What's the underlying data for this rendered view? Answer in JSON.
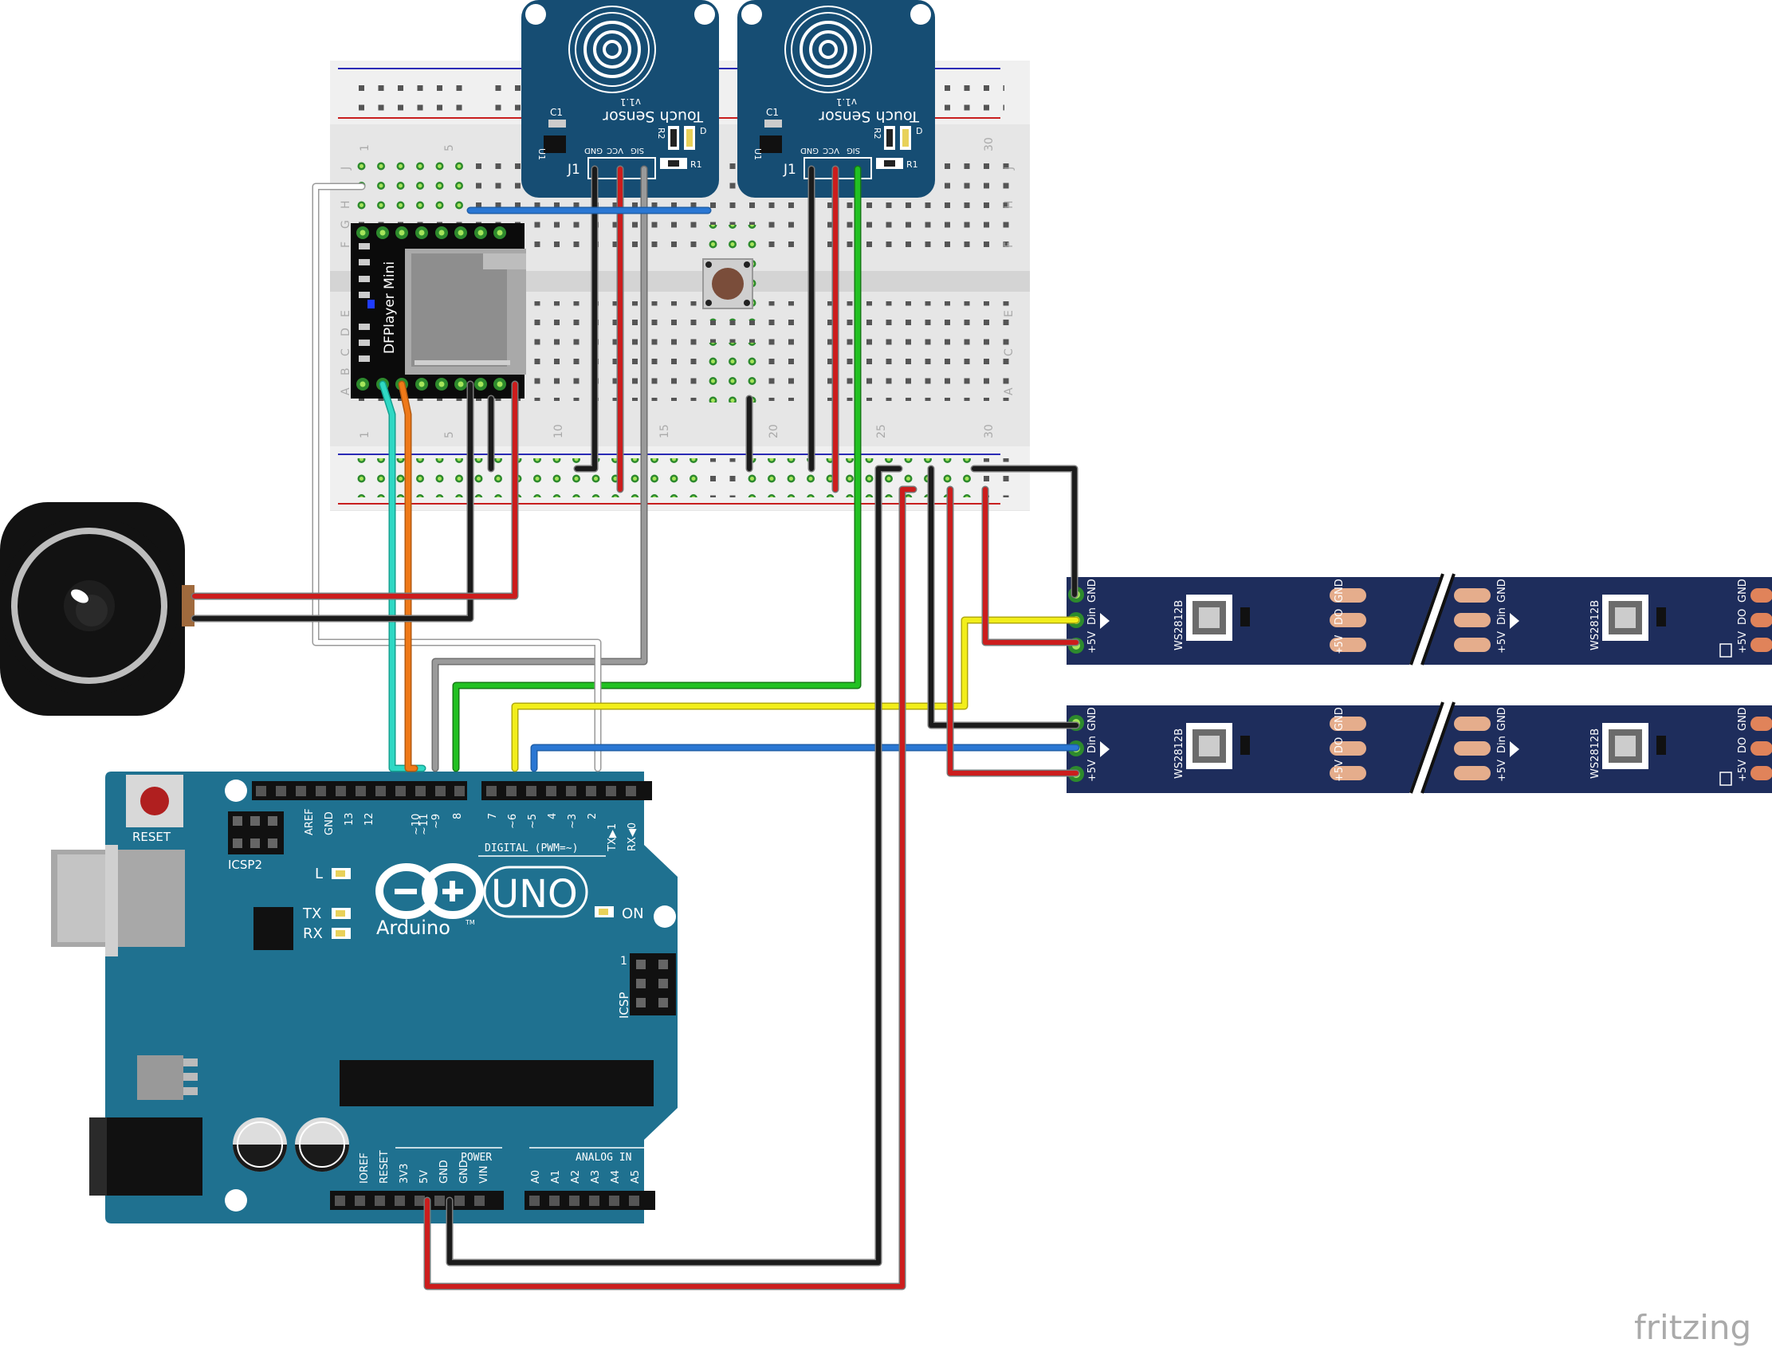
{
  "arduino": {
    "reset_label": "RESET",
    "icsp2_label": "ICSP2",
    "icsp_label": "ICSP",
    "icsp_pin1": "1",
    "brand": "Arduino",
    "tm": "TM",
    "model": "UNO",
    "digital_label": "DIGITAL (PWM=~)",
    "power_label": "POWER",
    "analog_label": "ANALOG IN",
    "led_l": "L",
    "led_tx": "TX",
    "led_rx": "RX",
    "led_on": "ON",
    "digital_pins": [
      "AREF",
      "GND",
      "13",
      "12",
      "~11",
      "~10",
      "~9",
      "8",
      "7",
      "~6",
      "~5",
      "4",
      "~3",
      "2",
      "TX▶1",
      "RX◀0"
    ],
    "power_pins": [
      "IOREF",
      "RESET",
      "3V3",
      "5V",
      "GND",
      "GND",
      "VIN"
    ],
    "analog_pins": [
      "A0",
      "A1",
      "A2",
      "A3",
      "A4",
      "A5"
    ]
  },
  "dfplayer": {
    "label": "DFPlayer Mini"
  },
  "touch_sensors": [
    {
      "title": "Touch Sensor",
      "version": "v1.1",
      "c1": "C1",
      "u1": "U1",
      "r1": "R1",
      "r2": "R2",
      "d": "D",
      "j1": "J1",
      "pins": [
        "GND",
        "VCC",
        "SIG"
      ]
    },
    {
      "title": "Touch Sensor",
      "version": "v1.1",
      "c1": "C1",
      "u1": "U1",
      "r1": "R1",
      "r2": "R2",
      "d": "D",
      "j1": "J1",
      "pins": [
        "GND",
        "VCC",
        "SIG"
      ]
    }
  ],
  "breadboard": {
    "col_numbers": [
      "1",
      "5",
      "10",
      "15",
      "20",
      "25",
      "30"
    ],
    "rows_top": [
      "J",
      "I",
      "H",
      "G",
      "F"
    ],
    "rows_bottom": [
      "E",
      "D",
      "C",
      "B",
      "A"
    ]
  },
  "led_strip": {
    "chip_label": "WS2812B",
    "left_pins": [
      "+5V",
      "Din",
      "GND"
    ],
    "right_pins": [
      "+5V",
      "DO",
      "GND"
    ]
  },
  "watermark": "fritzing",
  "colors": {
    "arduino_blue": "#1f7190",
    "sensor_blue": "#164d73",
    "strip_navy": "#1e2d5c",
    "wire_red": "#cc1d1d",
    "wire_black": "#1b1b1b",
    "wire_green": "#22c122",
    "wire_yellow": "#f2ee1a",
    "wire_blue": "#2a77d3",
    "wire_cyan": "#2fd8c4",
    "wire_orange": "#ef7918",
    "wire_gray": "#8c8c8c",
    "wire_white": "#ffffff"
  }
}
